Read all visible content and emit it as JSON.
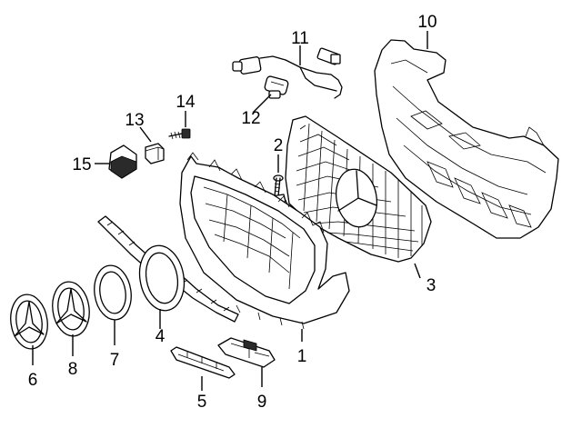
{
  "callouts": [
    {
      "id": "1",
      "label": "1",
      "part": "grille-shell"
    },
    {
      "id": "2",
      "label": "2",
      "part": "screw"
    },
    {
      "id": "3",
      "label": "3",
      "part": "grille-mesh"
    },
    {
      "id": "4",
      "label": "4",
      "part": "emblem-bracket-trim"
    },
    {
      "id": "5",
      "label": "5",
      "part": "lower-bracket"
    },
    {
      "id": "6",
      "label": "6",
      "part": "star-emblem-front"
    },
    {
      "id": "7",
      "label": "7",
      "part": "emblem-ring"
    },
    {
      "id": "8",
      "label": "8",
      "part": "star-emblem-rear"
    },
    {
      "id": "9",
      "label": "9",
      "part": "mount-block"
    },
    {
      "id": "10",
      "label": "10",
      "part": "support-bracket"
    },
    {
      "id": "11",
      "label": "11",
      "part": "wire-harness"
    },
    {
      "id": "12",
      "label": "12",
      "part": "sensor-connector"
    },
    {
      "id": "13",
      "label": "13",
      "part": "clip-nut"
    },
    {
      "id": "14",
      "label": "14",
      "part": "bolt"
    },
    {
      "id": "15",
      "label": "15",
      "part": "retainer-clip"
    }
  ]
}
